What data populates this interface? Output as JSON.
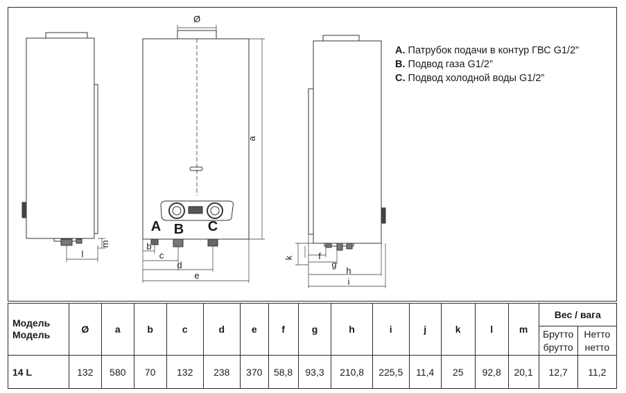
{
  "diagram": {
    "dim_labels": {
      "o": "Ø",
      "a": "a",
      "b": "b",
      "c": "c",
      "d": "d",
      "e": "e",
      "f": "f",
      "g": "g",
      "h": "h",
      "i": "i",
      "k": "k",
      "l": "l",
      "m": "m"
    },
    "connections": {
      "A": "A",
      "B": "B",
      "C": "C"
    }
  },
  "legend": [
    {
      "key": "A.",
      "text": "Патрубок подачи в контур ГВС G1/2”"
    },
    {
      "key": "B.",
      "text": "Подвод газа G1/2”"
    },
    {
      "key": "C.",
      "text": "Подвод холодной воды G1/2”"
    }
  ],
  "table": {
    "model_header_1": "Модель",
    "model_header_2": "Модель",
    "columns": [
      "Ø",
      "a",
      "b",
      "c",
      "d",
      "e",
      "f",
      "g",
      "h",
      "i",
      "j",
      "k",
      "l",
      "m"
    ],
    "weight_header": "Вес /  вага",
    "brutto_1": "Брутто",
    "brutto_2": "брутто",
    "netto_1": "Нетто",
    "netto_2": "нетто",
    "row": {
      "model": "14 L",
      "values": [
        "132",
        "580",
        "70",
        "132",
        "238",
        "370",
        "58,8",
        "93,3",
        "210,8",
        "225,5",
        "11,4",
        "25",
        "92,8",
        "20,1"
      ],
      "brutto": "12,7",
      "netto": "11,2"
    }
  }
}
